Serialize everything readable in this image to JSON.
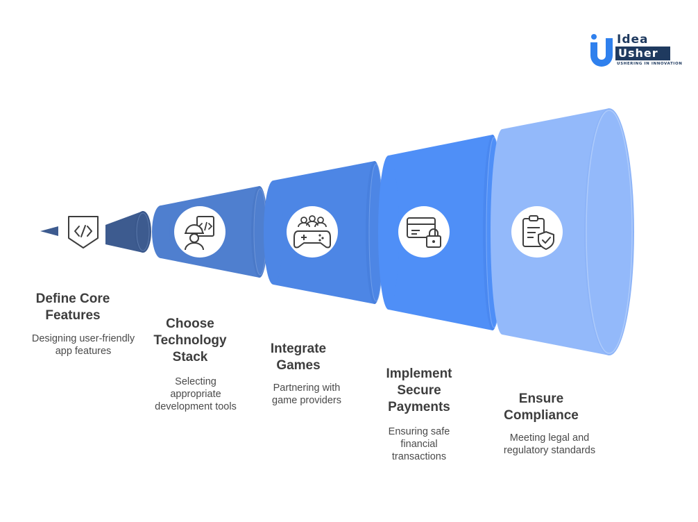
{
  "brand": {
    "name_line1": "Idea",
    "name_line2": "Usher",
    "tagline": "USHERING IN INNOVATION",
    "colors": {
      "navy": "#1f3a5f",
      "blue": "#2f80ed"
    }
  },
  "steps": [
    {
      "title": "Define Core Features",
      "description": "Designing user-friendly app features",
      "icon": "code-shield-icon",
      "color": "#3d5b8f"
    },
    {
      "title": "Choose Technology Stack",
      "description": "Selecting appropriate development tools",
      "icon": "developer-worker-icon",
      "color": "#4f7fcf"
    },
    {
      "title": "Integrate Games",
      "description": "Partnering with game providers",
      "icon": "gamepad-icon",
      "color": "#4d86e5"
    },
    {
      "title": "Implement Secure Payments",
      "description": "Ensuring safe financial transactions",
      "icon": "card-lock-icon",
      "color": "#4f8ff7"
    },
    {
      "title": "Ensure Compliance",
      "description": "Meeting legal and regulatory standards",
      "icon": "clipboard-shield-icon",
      "color": "#93b9fa"
    }
  ]
}
